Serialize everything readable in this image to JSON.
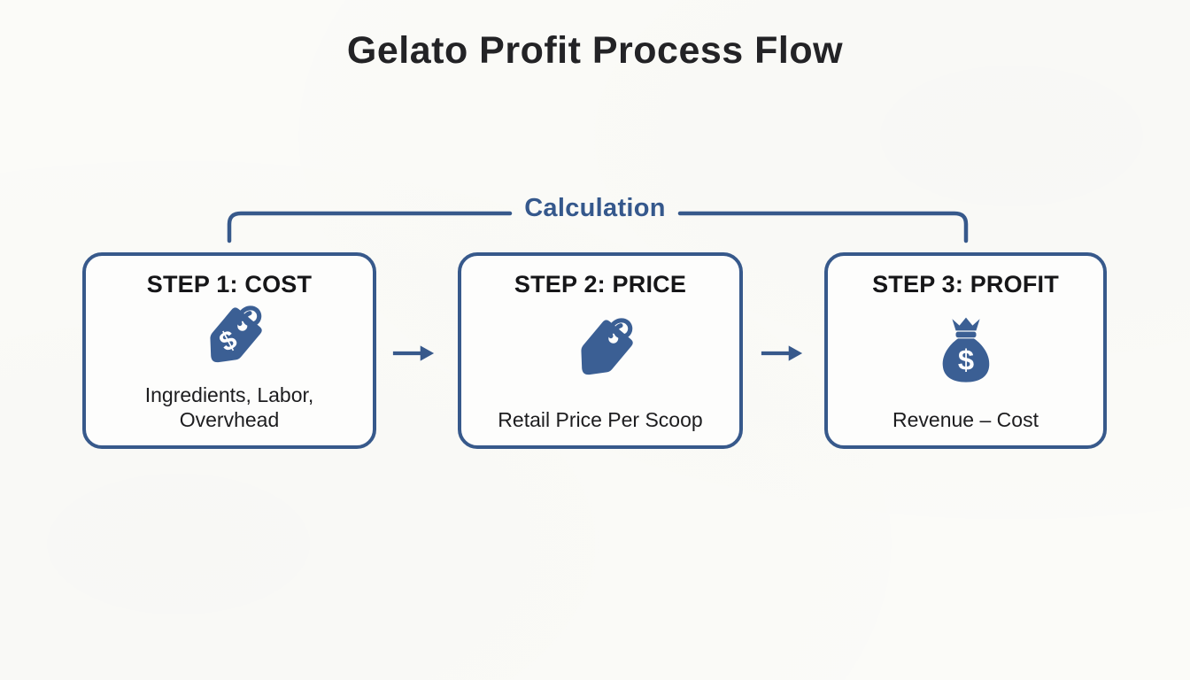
{
  "page": {
    "title": "Gelato Profit Process Flow"
  },
  "bracket": {
    "label": "Calculation"
  },
  "steps": [
    {
      "title": "STEP 1: COST",
      "icon": "price-tag-dollar-icon",
      "icon_glyph": "$",
      "description": "Ingredients, Labor,\nOvervhead"
    },
    {
      "title": "STEP 2: PRICE",
      "icon": "price-tag-icon",
      "icon_glyph": "",
      "description": "Retail Price Per Scoop"
    },
    {
      "title": "STEP 3: PROFIT",
      "icon": "money-bag-icon",
      "icon_glyph": "$",
      "description": "Revenue – Cost"
    }
  ],
  "arrows": [
    {
      "name": "arrow-step1-to-step2"
    },
    {
      "name": "arrow-step2-to-step3"
    }
  ],
  "colors": {
    "accent": "#37598b",
    "icon_blue": "#3b5f94",
    "label_blue": "#35588c",
    "text_dark": "#1d1d1f",
    "background": "#fbfbf8"
  }
}
